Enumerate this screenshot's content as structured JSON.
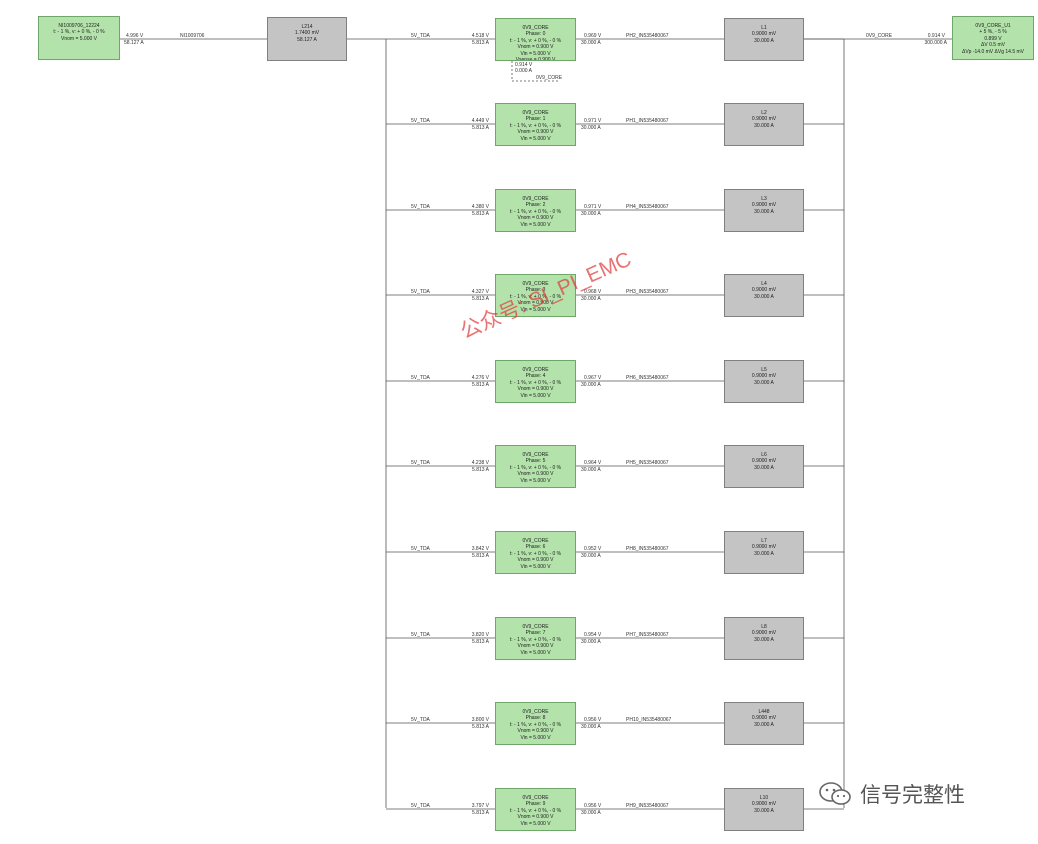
{
  "source": {
    "title": "NI1009706_12224",
    "line1": "t: - 1 %, v: + 0 %, - 0 %",
    "line2": "Vnom = 5.000 V"
  },
  "source_out": {
    "voltage": "4.996 V",
    "current": "58.127 A",
    "net": "NI1009706"
  },
  "inductor": {
    "title": "L214",
    "line1": "1.7400 mV",
    "line2": "58.127 A"
  },
  "phases": [
    {
      "net_in": "5V_TDA",
      "vin": "4.518 V",
      "iin": "5.813 A",
      "title": "0V9_CORE",
      "phase": "Phase: 0",
      "line1": "t: - 1 %, v: + 0 %, - 0 %",
      "line2": "Vnom = 0.900 V",
      "line3": "Vin = 5.000 V",
      "line4": "Vsense = 0.900 V",
      "vout": "0.969 V",
      "iout": "30.000 A",
      "net_out": "PH2_IN535480067",
      "load_title": "L1",
      "load_l1": "0.9000 mV",
      "load_l2": "30.000 A"
    },
    {
      "net_in": "5V_TDA",
      "vin": "4.449 V",
      "iin": "5.813 A",
      "title": "0V9_CORE",
      "phase": "Phase: 1",
      "line1": "t: - 1 %, v: + 0 %, - 0 %",
      "line2": "Vnom = 0.900 V",
      "line3": "Vin = 5.000 V",
      "line4": "",
      "vout": "0.971 V",
      "iout": "30.000 A",
      "net_out": "PH1_IN535480067",
      "load_title": "L2",
      "load_l1": "0.9000 mV",
      "load_l2": "30.000 A"
    },
    {
      "net_in": "5V_TDA",
      "vin": "4.380 V",
      "iin": "5.813 A",
      "title": "0V9_CORE",
      "phase": "Phase: 2",
      "line1": "t: - 1 %, v: + 0 %, - 0 %",
      "line2": "Vnom = 0.900 V",
      "line3": "Vin = 5.000 V",
      "line4": "",
      "vout": "0.971 V",
      "iout": "30.000 A",
      "net_out": "PH4_IN535480067",
      "load_title": "L3",
      "load_l1": "0.9000 mV",
      "load_l2": "30.000 A"
    },
    {
      "net_in": "5V_TDA",
      "vin": "4.327 V",
      "iin": "5.813 A",
      "title": "0V9_CORE",
      "phase": "Phase: 3",
      "line1": "t: - 1 %, v: + 0 %, - 0 %",
      "line2": "Vnom = 0.900 V",
      "line3": "Vin = 5.000 V",
      "line4": "",
      "vout": "0.968 V",
      "iout": "30.000 A",
      "net_out": "PH3_IN535480067",
      "load_title": "L4",
      "load_l1": "0.9000 mV",
      "load_l2": "30.000 A"
    },
    {
      "net_in": "5V_TDA",
      "vin": "4.276 V",
      "iin": "5.813 A",
      "title": "0V9_CORE",
      "phase": "Phase: 4",
      "line1": "t: - 1 %, v: + 0 %, - 0 %",
      "line2": "Vnom = 0.900 V",
      "line3": "Vin = 5.000 V",
      "line4": "",
      "vout": "0.967 V",
      "iout": "30.000 A",
      "net_out": "PH6_IN535480067",
      "load_title": "L5",
      "load_l1": "0.9000 mV",
      "load_l2": "30.000 A"
    },
    {
      "net_in": "5V_TDA",
      "vin": "4.238 V",
      "iin": "5.813 A",
      "title": "0V9_CORE",
      "phase": "Phase: 5",
      "line1": "t: - 1 %, v: + 0 %, - 0 %",
      "line2": "Vnom = 0.900 V",
      "line3": "Vin = 5.000 V",
      "line4": "",
      "vout": "0.964 V",
      "iout": "30.000 A",
      "net_out": "PH5_IN535480067",
      "load_title": "L6",
      "load_l1": "0.9000 mV",
      "load_l2": "30.000 A"
    },
    {
      "net_in": "5V_TDA",
      "vin": "3.842 V",
      "iin": "5.813 A",
      "title": "0V9_CORE",
      "phase": "Phase: 6",
      "line1": "t: - 1 %, v: + 0 %, - 0 %",
      "line2": "Vnom = 0.900 V",
      "line3": "Vin = 5.000 V",
      "line4": "",
      "vout": "0.952 V",
      "iout": "30.000 A",
      "net_out": "PH8_IN535480067",
      "load_title": "L7",
      "load_l1": "0.9000 mV",
      "load_l2": "30.000 A"
    },
    {
      "net_in": "5V_TDA",
      "vin": "3.820 V",
      "iin": "5.813 A",
      "title": "0V9_CORE",
      "phase": "Phase: 7",
      "line1": "t: - 1 %, v: + 0 %, - 0 %",
      "line2": "Vnom = 0.900 V",
      "line3": "Vin = 5.000 V",
      "line4": "",
      "vout": "0.954 V",
      "iout": "30.000 A",
      "net_out": "PH7_IN535480067",
      "load_title": "L8",
      "load_l1": "0.9000 mV",
      "load_l2": "30.000 A"
    },
    {
      "net_in": "5V_TDA",
      "vin": "3.800 V",
      "iin": "5.813 A",
      "title": "0V9_CORE",
      "phase": "Phase: 8",
      "line1": "t: - 1 %, v: + 0 %, - 0 %",
      "line2": "Vnom = 0.900 V",
      "line3": "Vin = 5.000 V",
      "line4": "",
      "vout": "0.956 V",
      "iout": "30.000 A",
      "net_out": "PH10_IN535480067",
      "load_title": "L448",
      "load_l1": "0.9000 mV",
      "load_l2": "30.000 A"
    },
    {
      "net_in": "5V_TDA",
      "vin": "3.797 V",
      "iin": "5.813 A",
      "title": "0V9_CORE",
      "phase": "Phase: 9",
      "line1": "t: - 1 %, v: + 0 %, - 0 %",
      "line2": "Vnom = 0.900 V",
      "line3": "Vin = 5.000 V",
      "line4": "",
      "vout": "0.956 V",
      "iout": "30.000 A",
      "net_out": "PH9_IN535480067",
      "load_title": "L10",
      "load_l1": "0.9000 mV",
      "load_l2": "30.000 A"
    }
  ],
  "sense": {
    "voltage": "0.914 V",
    "current": "0.000 A",
    "net": "0V9_CORE"
  },
  "rail": {
    "net": "0V9_CORE",
    "voltage": "0.914 V",
    "current": "300.000 A"
  },
  "sink": {
    "title": "0V9_CORE_U1",
    "line1": "+ 5 %, - 5 %",
    "line2": "0.899 V",
    "line3": "ΔV 0.5 mV",
    "line4": "ΔVp -14.0 mV  ΔVg 14.5 mV"
  },
  "watermark": {
    "text": "公众号: SI_PI_EMC",
    "logo_text": "信号完整性"
  },
  "colors": {
    "component_green": "#b3e3ab",
    "load_gray": "#c4c4c4",
    "wire": "#555555",
    "watermark": "#e13c3c"
  }
}
